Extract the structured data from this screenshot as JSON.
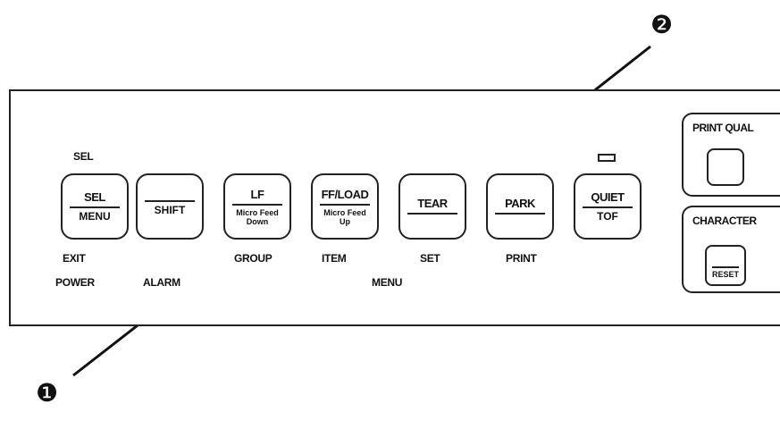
{
  "callouts": {
    "one": "❶",
    "two": "❷"
  },
  "keys": [
    {
      "top": "SEL",
      "bottom": "MENU"
    },
    {
      "top": "",
      "bottom": "SHIFT"
    },
    {
      "top": "LF",
      "sub": "Micro Feed Down"
    },
    {
      "top": "FF/LOAD",
      "sub": "Micro Feed Up"
    },
    {
      "top": "TEAR",
      "bottom": ""
    },
    {
      "top": "PARK",
      "bottom": ""
    },
    {
      "top": "QUIET",
      "bottom": "TOF"
    }
  ],
  "labels": {
    "sel_above": "SEL",
    "exit": "EXIT",
    "power": "POWER",
    "alarm": "ALARM",
    "group": "GROUP",
    "item": "ITEM",
    "set": "SET",
    "print": "PRINT",
    "menu": "MENU"
  },
  "side_groups": {
    "print_quality": "PRINT QUAL",
    "character": "CHARACTER",
    "reset": "RESET"
  }
}
